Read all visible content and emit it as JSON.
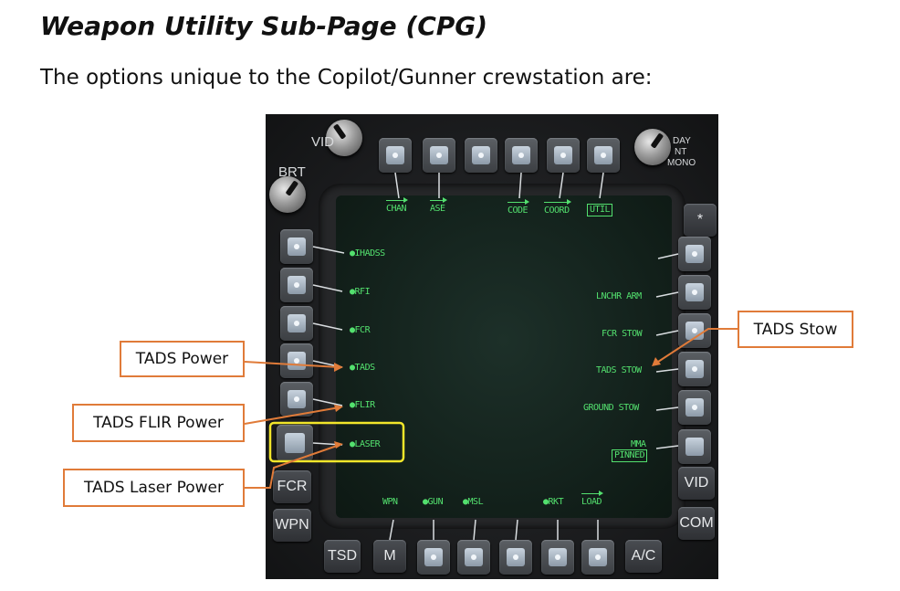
{
  "heading": "Weapon Utility Sub-Page (CPG)",
  "intro": "The options unique to the Copilot/Gunner crewstation are:",
  "panel": {
    "knob_labels": {
      "vid": "VID",
      "brt": "BRT",
      "day": "DAY",
      "nt": "NT",
      "mono": "MONO"
    },
    "top_menu": [
      "CHAN",
      "ASE",
      "CODE",
      "COORD",
      "UTIL"
    ],
    "left_options": [
      "IHADSS",
      "RFI",
      "FCR",
      "TADS",
      "FLIR",
      "LASER"
    ],
    "right_options": [
      "LNCHR ARM",
      "FCR STOW",
      "TADS STOW",
      "GROUND STOW",
      "MMA",
      "PINNED"
    ],
    "bottom_menu": [
      "WPN",
      "GUN",
      "MSL",
      "RKT",
      "LOAD"
    ],
    "side_buttons": {
      "star": "*",
      "fcr": "FCR",
      "wpn": "WPN",
      "vid": "VID",
      "com": "COM"
    },
    "bottom_buttons": {
      "tsd": "TSD",
      "m": "M",
      "ac": "A/C"
    }
  },
  "callouts": {
    "tads_power": "TADS Power",
    "tads_flir_power": "TADS FLIR Power",
    "tads_laser_power": "TADS Laser Power",
    "tads_stow": "TADS Stow"
  },
  "colors": {
    "callout_border": "#e07b39",
    "highlight": "#f2e62a",
    "symbology": "#53e06e"
  }
}
